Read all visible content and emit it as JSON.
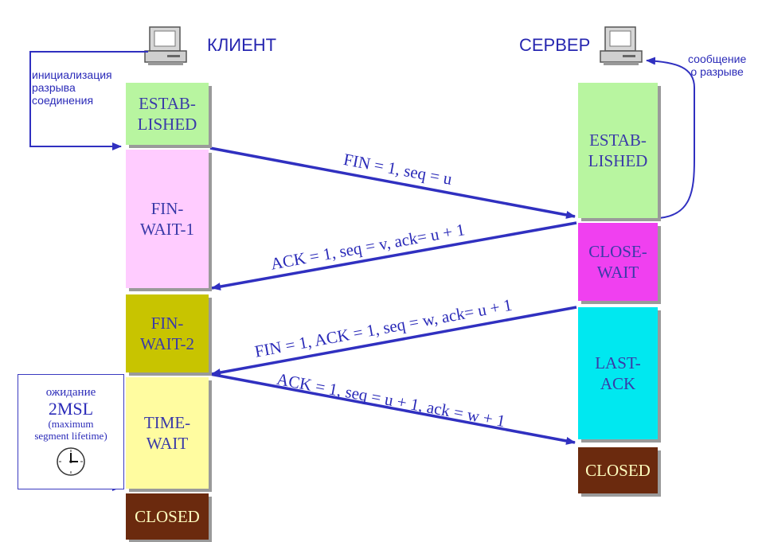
{
  "title_client": "КЛИЕНТ",
  "title_server": "СЕРВЕР",
  "notes": {
    "init_close": "инициализация\nразрыва\nсоединения",
    "close_msg": "сообщение\nо разрыве",
    "wait_label": "ожидание",
    "wait_value": "2MSL",
    "wait_expl": "(maximum\nsegment lifetime)"
  },
  "client_states": [
    {
      "name": "ESTAB-\nLISHED",
      "color": "#b8f5a0"
    },
    {
      "name": "FIN-\nWAIT-1",
      "color": "#ffccff"
    },
    {
      "name": "FIN-\nWAIT-2",
      "color": "#c8c400"
    },
    {
      "name": "TIME-\nWAIT",
      "color": "#fffca0"
    },
    {
      "name": "CLOSED",
      "color": "#6b2a0e",
      "text": "#ffffc0"
    }
  ],
  "server_states": [
    {
      "name": "ESTAB-\nLISHED",
      "color": "#b8f5a0"
    },
    {
      "name": "CLOSE-\nWAIT",
      "color": "#f040f0"
    },
    {
      "name": "LAST-\nACK",
      "color": "#00e8f0"
    },
    {
      "name": "CLOSED",
      "color": "#6b2a0e",
      "text": "#ffffc0"
    }
  ],
  "messages": [
    "FIN = 1, seq = u",
    "ACK = 1, seq = v, ack= u + 1",
    "FIN = 1, ACK = 1, seq = w, ack= u + 1",
    "ACK = 1, seq = u + 1, ack = w + 1"
  ],
  "colors": {
    "arrow": "#3030c0",
    "text": "#2a2ab8"
  }
}
